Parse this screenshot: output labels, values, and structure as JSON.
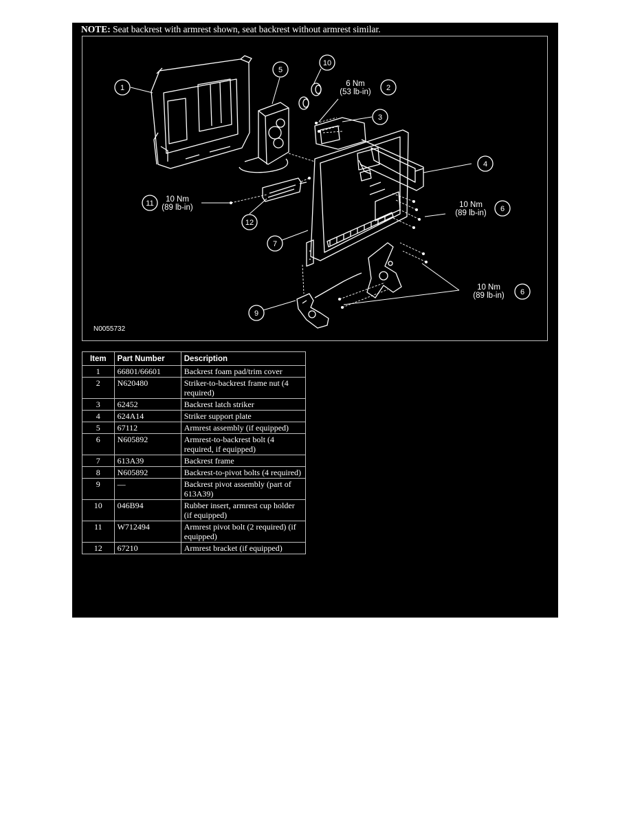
{
  "note": {
    "label": "NOTE:",
    "text": " Seat backrest with armrest shown, seat backrest without armrest similar."
  },
  "figure": {
    "id": "N0055732",
    "callouts": [
      "1",
      "2",
      "3",
      "4",
      "5",
      "6",
      "6",
      "7",
      "9",
      "10",
      "11",
      "12"
    ],
    "torques": {
      "t2_nm": "6 Nm",
      "t2_lb": "(53 lb-in)",
      "t6a_nm": "10 Nm",
      "t6a_lb": "(89 lb-in)",
      "t6b_nm": "10 Nm",
      "t6b_lb": "(89 lb-in)",
      "t11_nm": "10 Nm",
      "t11_lb": "(89 lb-in)"
    }
  },
  "table": {
    "headers": [
      "Item",
      "Part Number",
      "Description"
    ],
    "rows": [
      {
        "item": "1",
        "part": "66801/66601",
        "desc": "Backrest foam pad/trim cover"
      },
      {
        "item": "2",
        "part": "N620480",
        "desc": "Striker-to-backrest frame nut (4 required)"
      },
      {
        "item": "3",
        "part": "62452",
        "desc": "Backrest latch striker"
      },
      {
        "item": "4",
        "part": "624A14",
        "desc": "Striker support plate"
      },
      {
        "item": "5",
        "part": "67112",
        "desc": "Armrest assembly (if equipped)"
      },
      {
        "item": "6",
        "part": "N605892",
        "desc": "Armrest-to-backrest bolt (4 required, if equipped)"
      },
      {
        "item": "7",
        "part": "613A39",
        "desc": "Backrest frame"
      },
      {
        "item": "8",
        "part": "N605892",
        "desc": "Backrest-to-pivot bolts (4 required)"
      },
      {
        "item": "9",
        "part": "—",
        "desc": "Backrest pivot assembly (part of 613A39)"
      },
      {
        "item": "10",
        "part": "046B94",
        "desc": "Rubber insert, armrest cup holder (if equipped)"
      },
      {
        "item": "11",
        "part": "W712494",
        "desc": "Armrest pivot bolt (2 required) (if equipped)"
      },
      {
        "item": "12",
        "part": "67210",
        "desc": "Armrest bracket (if equipped)"
      }
    ]
  }
}
